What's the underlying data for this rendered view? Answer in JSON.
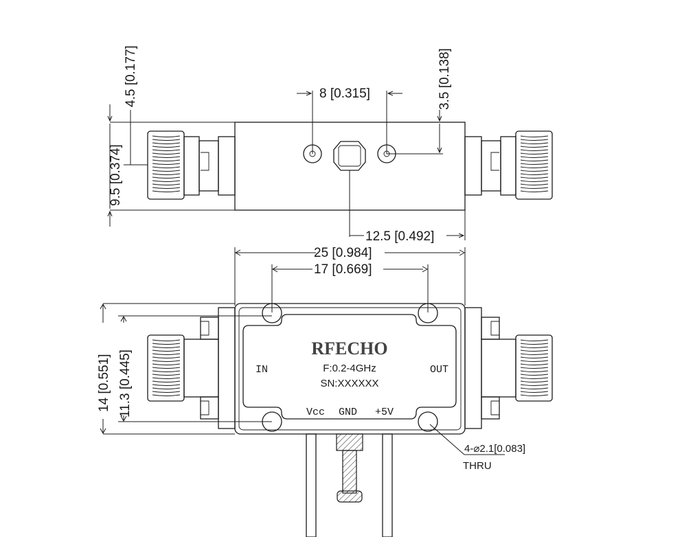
{
  "dimensions": {
    "h_4_5": "4.5 [0.177]",
    "h_9_5_total": "9.5 [0.374]",
    "w_8": "8 [0.315]",
    "h_3_5": "3.5 [0.138]",
    "w_12_5": "12.5 [0.492]",
    "w_25": "25 [0.984]",
    "w_17": "17 [0.669]",
    "h_14": "14 [0.551]",
    "h_11_3": "11.3 [0.445]",
    "hole_spec": "4-⌀2.1[0.083]",
    "hole_thru": "THRU"
  },
  "label": {
    "brand": "RFECHO",
    "frequency": "F:0.2-4GHz",
    "serial": "SN:XXXXXX",
    "in": "IN",
    "out": "OUT",
    "vcc": "Vcc",
    "gnd": "GND",
    "plus5v": "+5V"
  }
}
